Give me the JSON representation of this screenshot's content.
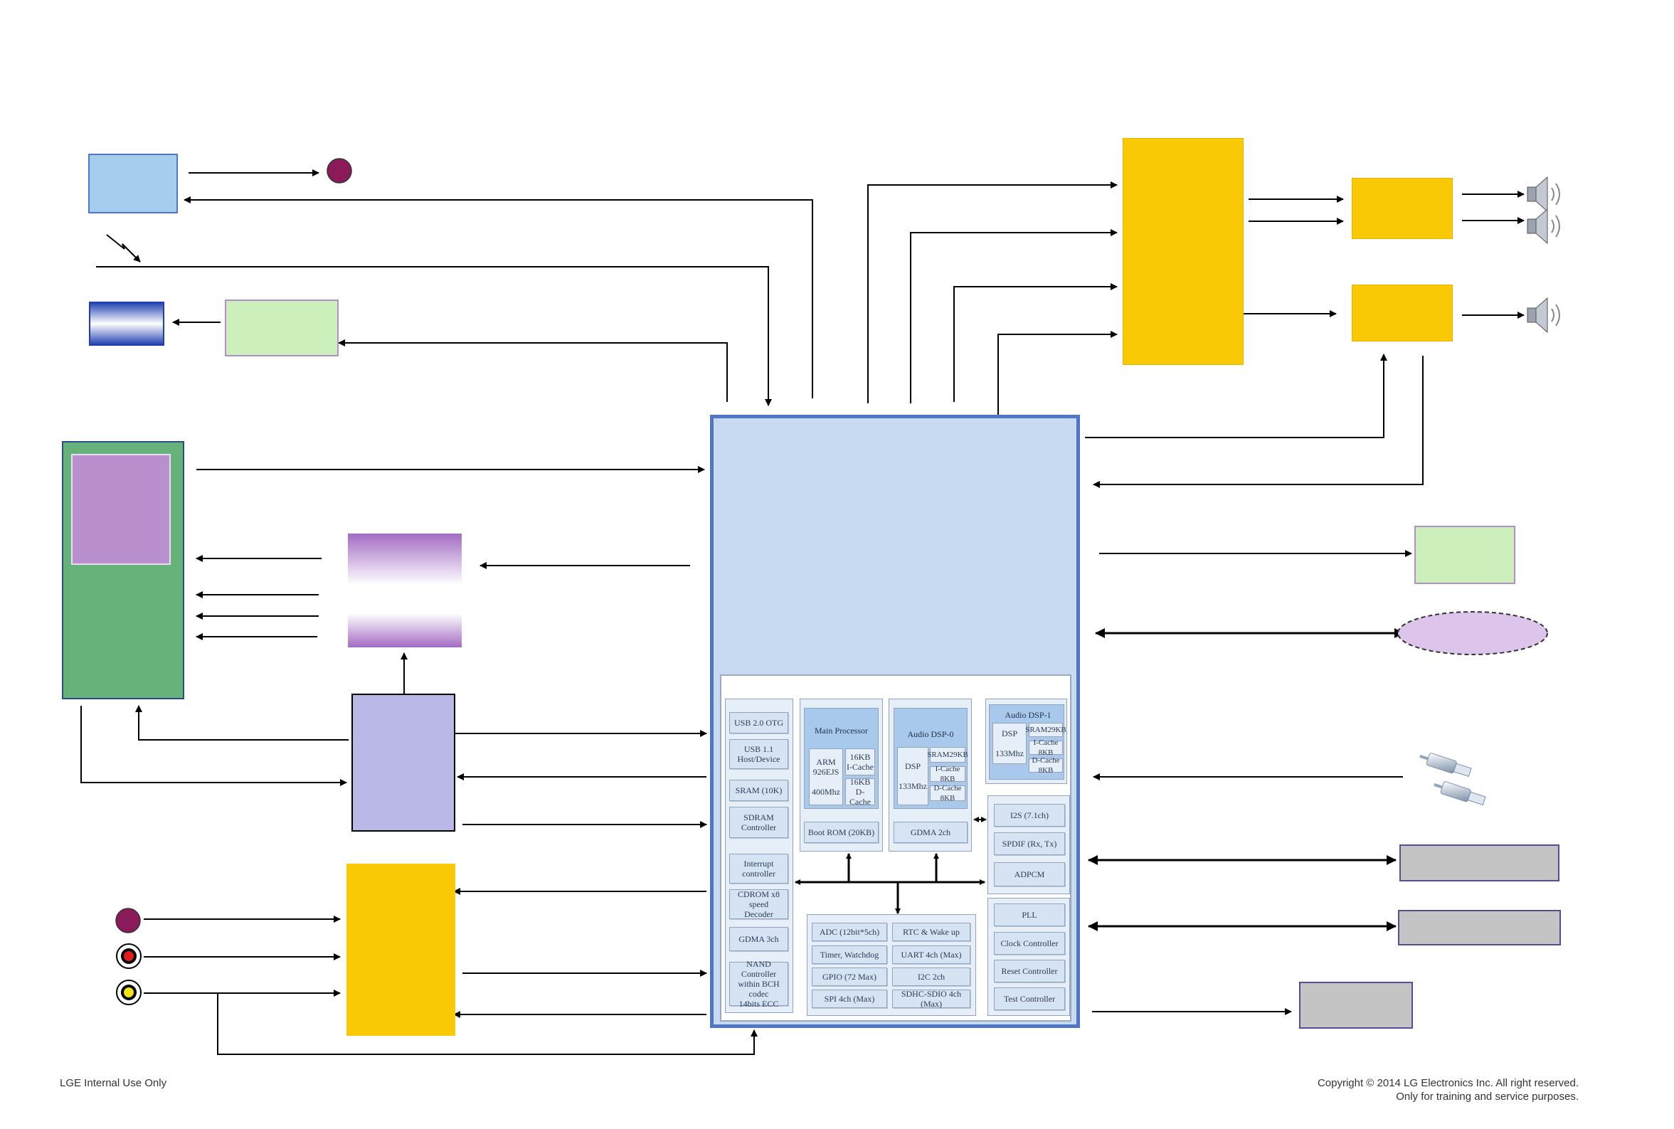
{
  "colors": {
    "soc_fill": "#c7daf1",
    "soc_border": "#4f77c6",
    "amp_yellow": "#fac905",
    "light_green": "#cdefbc",
    "light_blue": "#a7cdee",
    "lavender": "#b9b8e6",
    "violet": "#b98fcd",
    "dark_green": "#66b27a",
    "grey": "#c4c4c4",
    "maroon": "#8b1a5a"
  },
  "icons": {
    "speaker": "speaker-icon",
    "jack": "rca-jack-icon",
    "usb": "usb-plug-icon",
    "ir": "ir-signal-icon"
  },
  "soc": {
    "usb_otg": "USB 2.0 OTG",
    "usb11": "USB 1.1\nHost/Device",
    "sram": "SRAM (10K)",
    "sdram": "SDRAM\nController",
    "interrupt": "Interrupt\ncontroller",
    "cdrom": "CDROM x8 speed\nDecoder",
    "gdma3": "GDMA 3ch",
    "nand": "NAND Controller\nwithin BCH codec\n14bits ECC",
    "main_processor": "Main Processor",
    "arm": "ARM\n926EJS",
    "arm_clock": "400Mhz",
    "main_icache": "16KB\nI-Cache",
    "main_dcache": "16KB\nD-Cache",
    "boot_rom": "Boot ROM (20KB)",
    "dsp0_title": "Audio DSP-0",
    "dsp0_core": "DSP\n\n133Mhz",
    "dsp0_sram": "SRAM29KB",
    "dsp0_icache": "I-Cache 8KB",
    "dsp0_dcache": "D-Cache 8KB",
    "gdma2": "GDMA 2ch",
    "dsp1_title": "Audio DSP-1",
    "dsp1_core": "DSP\n\n133Mhz",
    "dsp1_sram": "SRAM29KB",
    "dsp1_icache": "I-Cache 8KB",
    "dsp1_dcache": "D-Cache 8KB",
    "i2s": "I2S (7.1ch)",
    "spdif": "SPDIF (Rx, Tx)",
    "adpcm": "ADPCM",
    "adc": "ADC (12bit*5ch)",
    "rtc": "RTC & Wake up",
    "timer": "Timer, Watchdog",
    "uart": "UART 4ch (Max)",
    "gpio": "GPIO (72 Max)",
    "i2c": "I2C 2ch",
    "spi": "SPI 4ch (Max)",
    "sdhc": "SDHC-SDIO 4ch (Max)",
    "pll": "PLL",
    "clock": "Clock Controller",
    "reset": "Reset Controller",
    "test": "Test Controller"
  },
  "footer": {
    "left": "LGE Internal Use Only",
    "right_line1": "Copyright © 2014 LG Electronics Inc. All right reserved.",
    "right_line2": "Only for training and service purposes."
  }
}
